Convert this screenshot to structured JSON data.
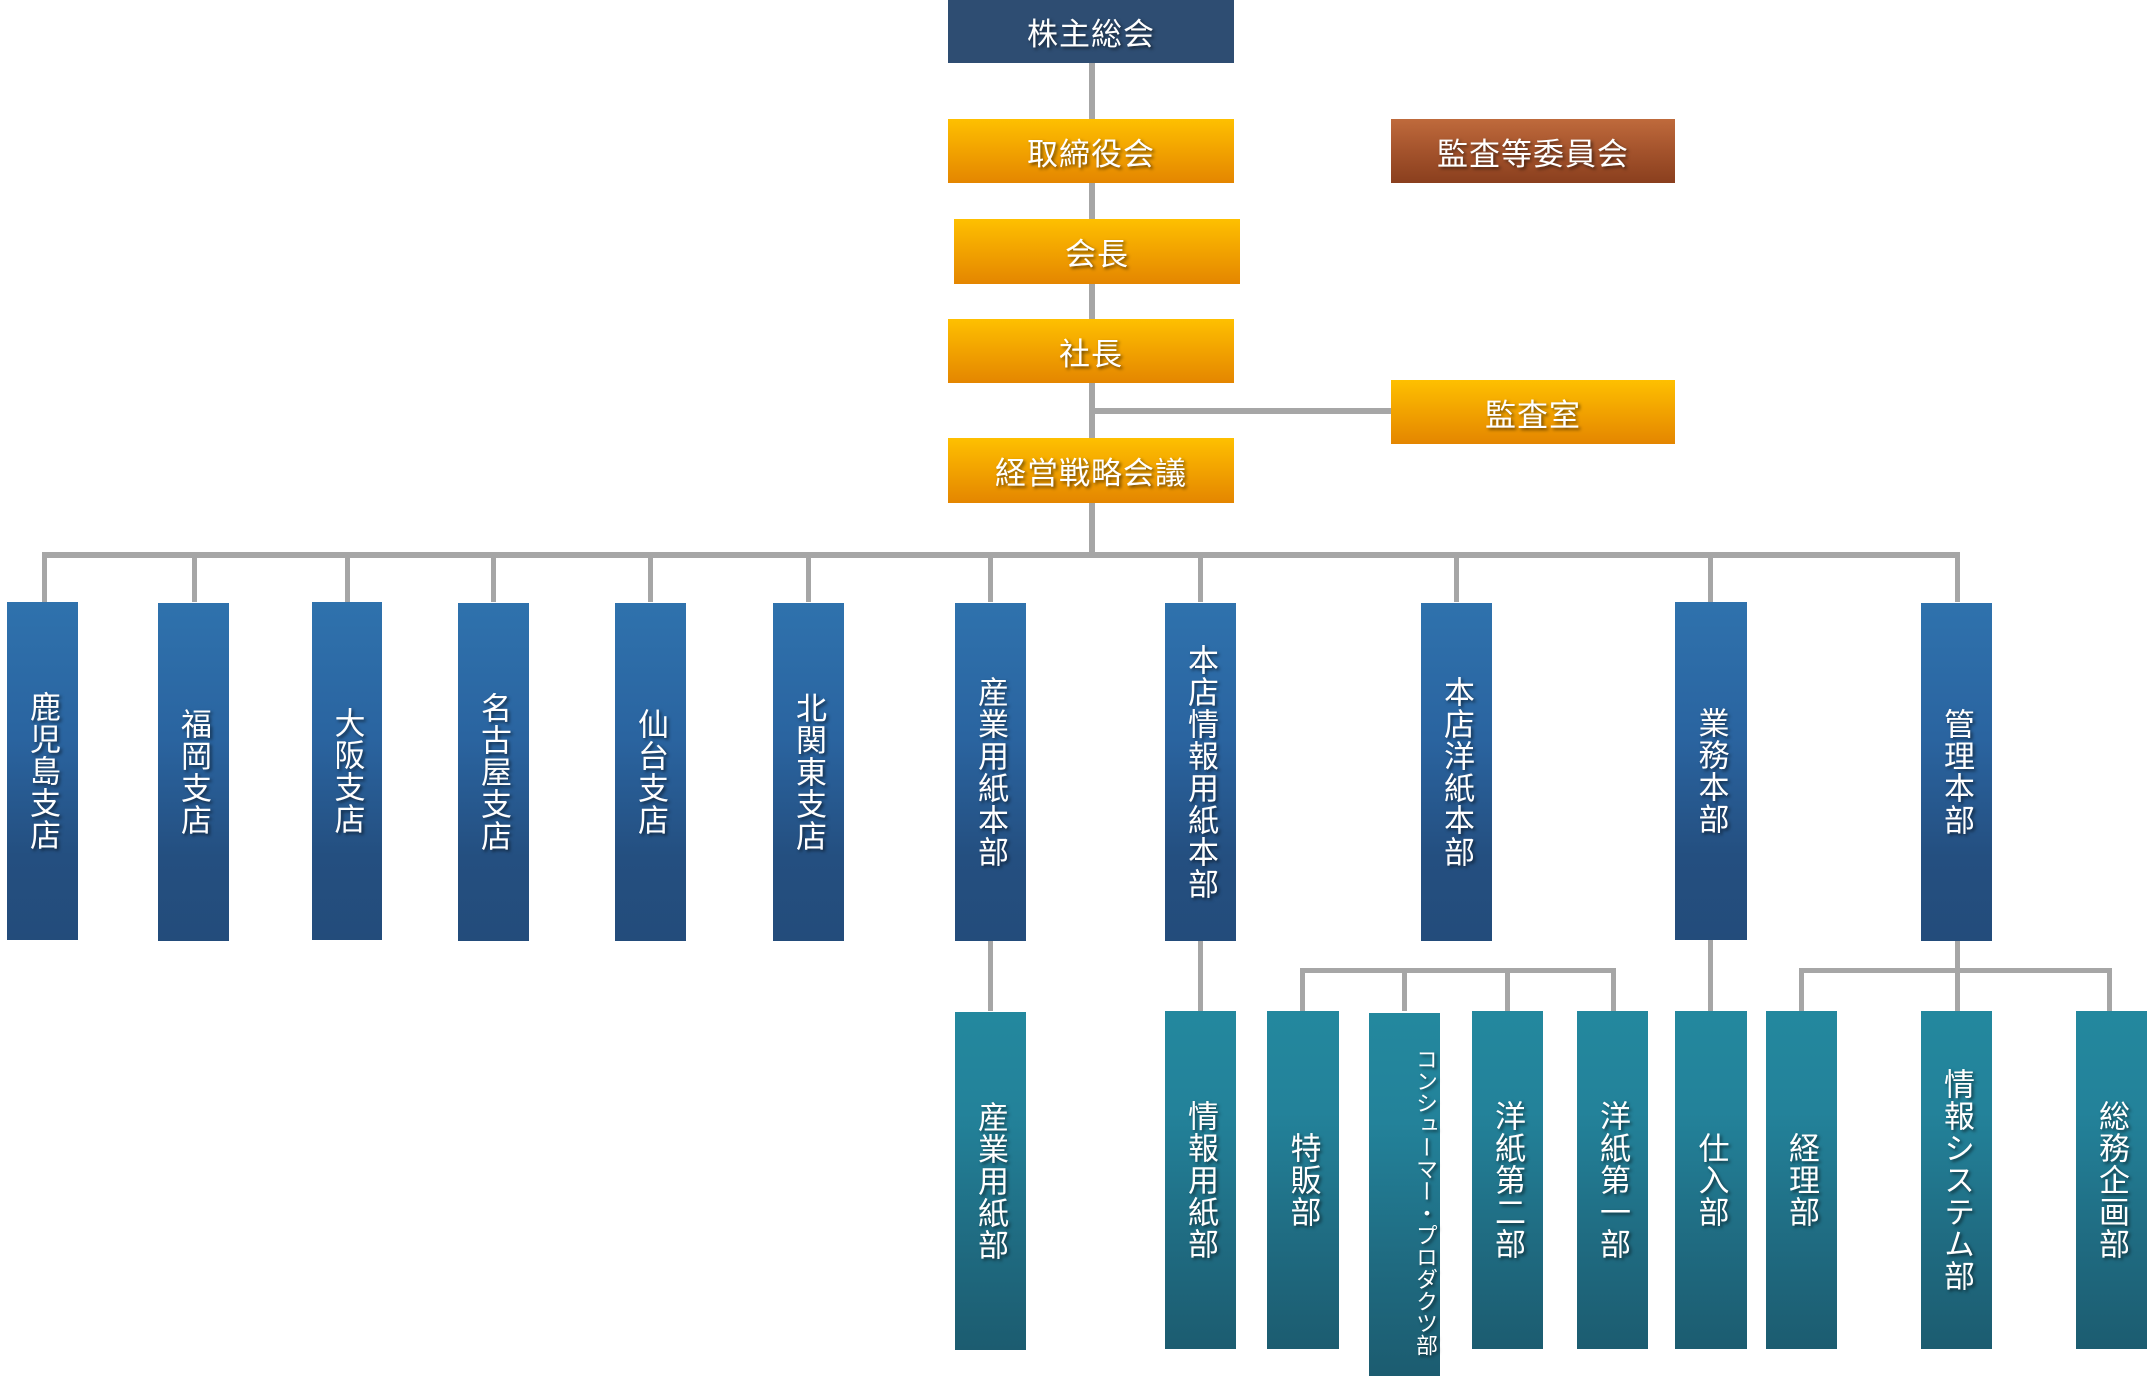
{
  "top": {
    "shareholders": "株主総会",
    "board": "取締役会",
    "audit_committee": "監査等委員会",
    "chairman": "会長",
    "president": "社長",
    "audit_office": "監査室",
    "strategy_meeting": "経営戦略会議"
  },
  "branches": [
    {
      "label": "鹿児島支店"
    },
    {
      "label": "福岡支店"
    },
    {
      "label": "大阪支店"
    },
    {
      "label": "名古屋支店"
    },
    {
      "label": "仙台支店"
    },
    {
      "label": "北関東支店"
    },
    {
      "label": "産業用紙本部"
    },
    {
      "label": "本店情報用紙本部"
    },
    {
      "label": "本店洋紙本部"
    },
    {
      "label": "業務本部"
    },
    {
      "label": "管理本部"
    }
  ],
  "departments": [
    {
      "label": "産業用紙部",
      "parent": "産業用紙本部"
    },
    {
      "label": "情報用紙部",
      "parent": "本店情報用紙本部"
    },
    {
      "label": "特販部",
      "parent": "本店洋紙本部"
    },
    {
      "label": "コンシューマー・プロダクツ部",
      "parent": "本店洋紙本部"
    },
    {
      "label": "洋紙第二部",
      "parent": "本店洋紙本部"
    },
    {
      "label": "洋紙第一部",
      "parent": "本店洋紙本部"
    },
    {
      "label": "仕入部",
      "parent": "業務本部"
    },
    {
      "label": "経理部",
      "parent": "管理本部"
    },
    {
      "label": "情報システム部",
      "parent": "管理本部"
    },
    {
      "label": "総務企画部",
      "parent": "管理本部"
    }
  ],
  "colors": {
    "executive_navy": "#2e4d72",
    "executive_gold": "#f3a500",
    "audit_brown": "#a4532c",
    "division_blue": "#2a64a0",
    "department_teal": "#23829a",
    "connector_gray": "#a6a6a6"
  }
}
